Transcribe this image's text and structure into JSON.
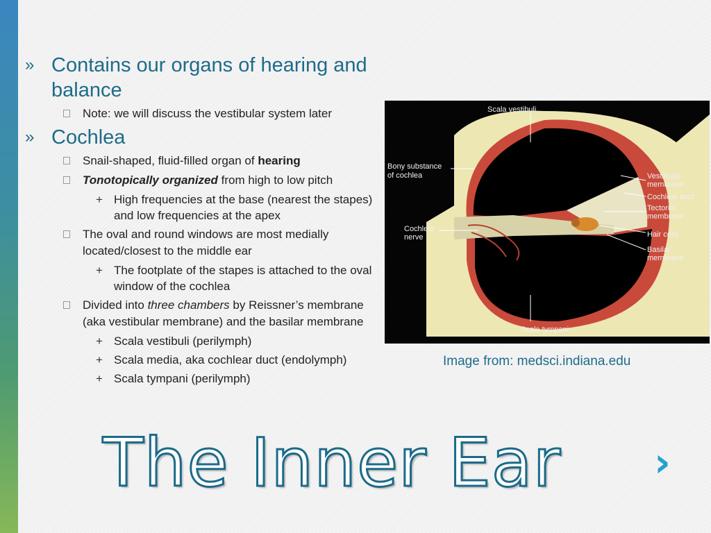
{
  "slide": {
    "title": "The Inner Ear",
    "caption": "Image from: medsci.indiana.edu",
    "next_icon": "chevron-right-icon"
  },
  "bullets": {
    "b1": "Contains our organs of hearing and balance",
    "b1_1": "Note: we will discuss the vestibular system later",
    "b2": "Cochlea",
    "b2_1_pre": "Snail-shaped, fluid-filled organ of ",
    "b2_1_bold": "hearing",
    "b2_2_italic": "Tonotopically organized",
    "b2_2_post": " from high to low pitch",
    "b2_2_1": "High frequencies at the base (nearest the stapes) and low frequencies at the apex",
    "b2_3": "The oval and round windows are most medially located/closest to the middle ear",
    "b2_3_1": "The footplate of the stapes is attached to the oval window of the cochlea",
    "b2_4_pre": "Divided into ",
    "b2_4_italic": "three chambers",
    "b2_4_post": " by Reissner’s membrane (aka vestibular membrane) and the basilar membrane",
    "b2_4_1": "Scala vestibuli (perilymph)",
    "b2_4_2": "Scala media, aka cochlear duct (endolymph)",
    "b2_4_3": "Scala tympani (perilymph)"
  },
  "figure": {
    "scala_vestibuli": "Scala vestibuli",
    "bony_1": "Bony substance",
    "bony_2": "of cochlea",
    "vest_1": "Vestibular",
    "vest_2": "membrane",
    "duct": "Cochlear duct",
    "tect_1": "Tectorial",
    "tect_2": "membrane",
    "hair": "Hair cells",
    "nerve_1": "Cochlear",
    "nerve_2": "nerve",
    "bas_1": "Basilar",
    "bas_2": "membrane",
    "scala_tympani": "Scala tympani"
  },
  "markers": {
    "level1": "»",
    "level3": "+"
  },
  "colors": {
    "accent": "#1e6b8a",
    "title_outline": "#1b6a8a",
    "arrow": "#29a0d0"
  }
}
